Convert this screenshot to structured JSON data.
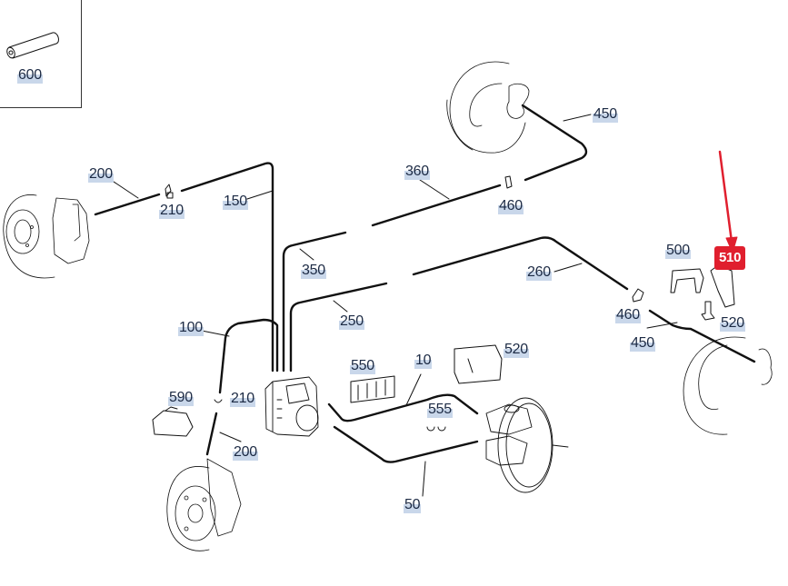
{
  "diagram": {
    "title": "Brake lines / ABS hydraulic unit exploded view",
    "highlight_color": "#e01f2e",
    "callout_bg": "#c9d7ea",
    "selected_part": "510",
    "inset_part": "600",
    "callouts": [
      {
        "id": "600",
        "label": "600"
      },
      {
        "id": "450a",
        "label": "450"
      },
      {
        "id": "200a",
        "label": "200"
      },
      {
        "id": "210a",
        "label": "210"
      },
      {
        "id": "150",
        "label": "150"
      },
      {
        "id": "360",
        "label": "360"
      },
      {
        "id": "460a",
        "label": "460"
      },
      {
        "id": "500",
        "label": "500"
      },
      {
        "id": "510",
        "label": "510"
      },
      {
        "id": "350",
        "label": "350"
      },
      {
        "id": "260",
        "label": "260"
      },
      {
        "id": "460b",
        "label": "460"
      },
      {
        "id": "520a",
        "label": "520"
      },
      {
        "id": "250",
        "label": "250"
      },
      {
        "id": "450b",
        "label": "450"
      },
      {
        "id": "100",
        "label": "100"
      },
      {
        "id": "550",
        "label": "550"
      },
      {
        "id": "10",
        "label": "10"
      },
      {
        "id": "520b",
        "label": "520"
      },
      {
        "id": "590",
        "label": "590"
      },
      {
        "id": "210b",
        "label": "210"
      },
      {
        "id": "555",
        "label": "555"
      },
      {
        "id": "200b",
        "label": "200"
      },
      {
        "id": "50",
        "label": "50"
      }
    ]
  }
}
